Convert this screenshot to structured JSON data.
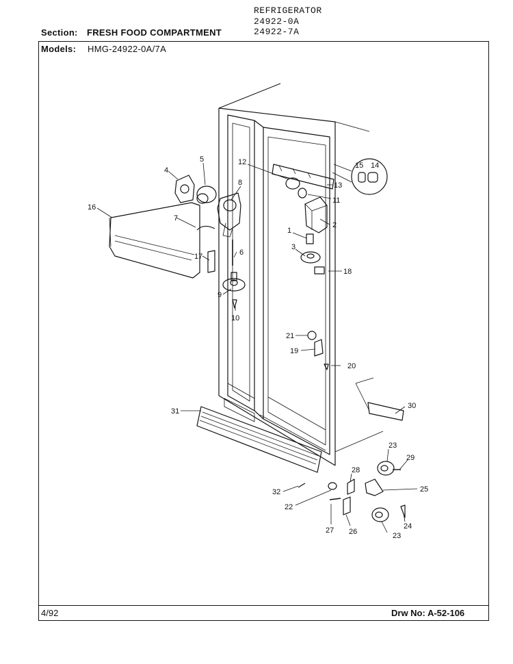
{
  "header": {
    "product": "REFRIGERATOR",
    "model_a": "24922-0A",
    "model_b": "24922-7A",
    "section_label": "Section:",
    "section_value": "FRESH FOOD COMPARTMENT",
    "models_label": "Models:",
    "models_value": "HMG-24922-0A/7A"
  },
  "footer": {
    "date": "4/92",
    "drawing_no": "Drw No: A-52-106"
  },
  "callouts": {
    "c1": "1",
    "c2": "2",
    "c3": "3",
    "c4": "4",
    "c5": "5",
    "c6": "6",
    "c7": "7",
    "c8": "8",
    "c9": "9",
    "c10": "10",
    "c11": "11",
    "c12": "12",
    "c13": "13",
    "c14": "14",
    "c15": "15",
    "c16": "16",
    "c17": "17",
    "c18": "18",
    "c19": "19",
    "c20": "20",
    "c21": "21",
    "c22": "22",
    "c23a": "23",
    "c23b": "23",
    "c24": "24",
    "c25": "25",
    "c26": "26",
    "c27": "27",
    "c28": "28",
    "c29": "29",
    "c30": "30",
    "c31": "31",
    "c32": "32"
  }
}
